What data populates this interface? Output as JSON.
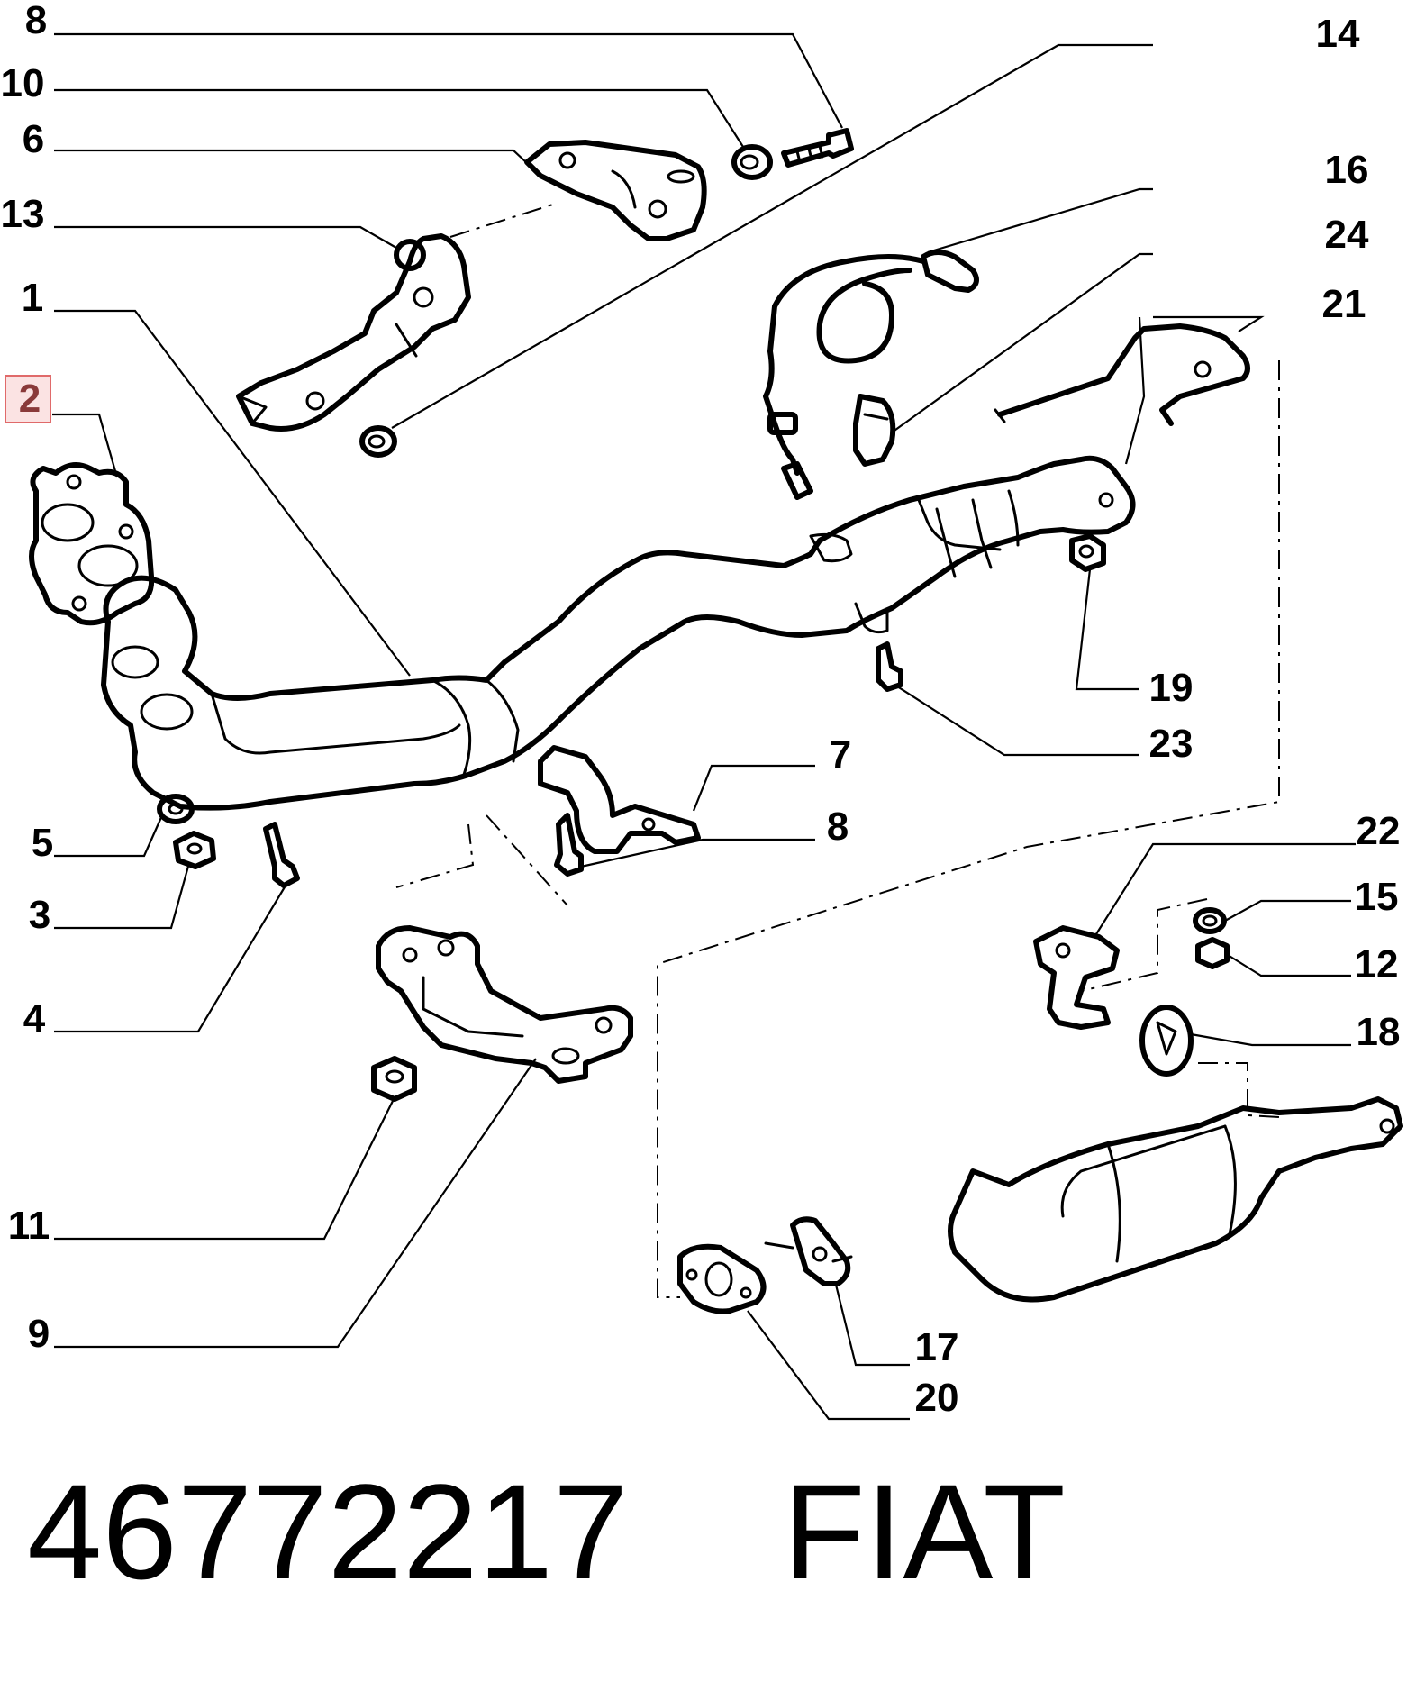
{
  "diagram": {
    "callouts": [
      {
        "id": "c8a",
        "label": "8"
      },
      {
        "id": "c10",
        "label": "10"
      },
      {
        "id": "c6",
        "label": "6"
      },
      {
        "id": "c13",
        "label": "13"
      },
      {
        "id": "c1",
        "label": "1"
      },
      {
        "id": "c2",
        "label": "2",
        "highlighted": true
      },
      {
        "id": "c5",
        "label": "5"
      },
      {
        "id": "c3",
        "label": "3"
      },
      {
        "id": "c4",
        "label": "4"
      },
      {
        "id": "c11",
        "label": "11"
      },
      {
        "id": "c9",
        "label": "9"
      },
      {
        "id": "c14",
        "label": "14"
      },
      {
        "id": "c16",
        "label": "16"
      },
      {
        "id": "c24",
        "label": "24"
      },
      {
        "id": "c21",
        "label": "21"
      },
      {
        "id": "c19",
        "label": "19"
      },
      {
        "id": "c23",
        "label": "23"
      },
      {
        "id": "c7",
        "label": "7"
      },
      {
        "id": "c8b",
        "label": "8"
      },
      {
        "id": "c22",
        "label": "22"
      },
      {
        "id": "c15",
        "label": "15"
      },
      {
        "id": "c12",
        "label": "12"
      },
      {
        "id": "c18",
        "label": "18"
      },
      {
        "id": "c17",
        "label": "17"
      },
      {
        "id": "c20",
        "label": "20"
      }
    ],
    "highlight_color": "#e06a6a"
  },
  "footer": {
    "part_number": "46772217",
    "brand": "FIAT"
  }
}
